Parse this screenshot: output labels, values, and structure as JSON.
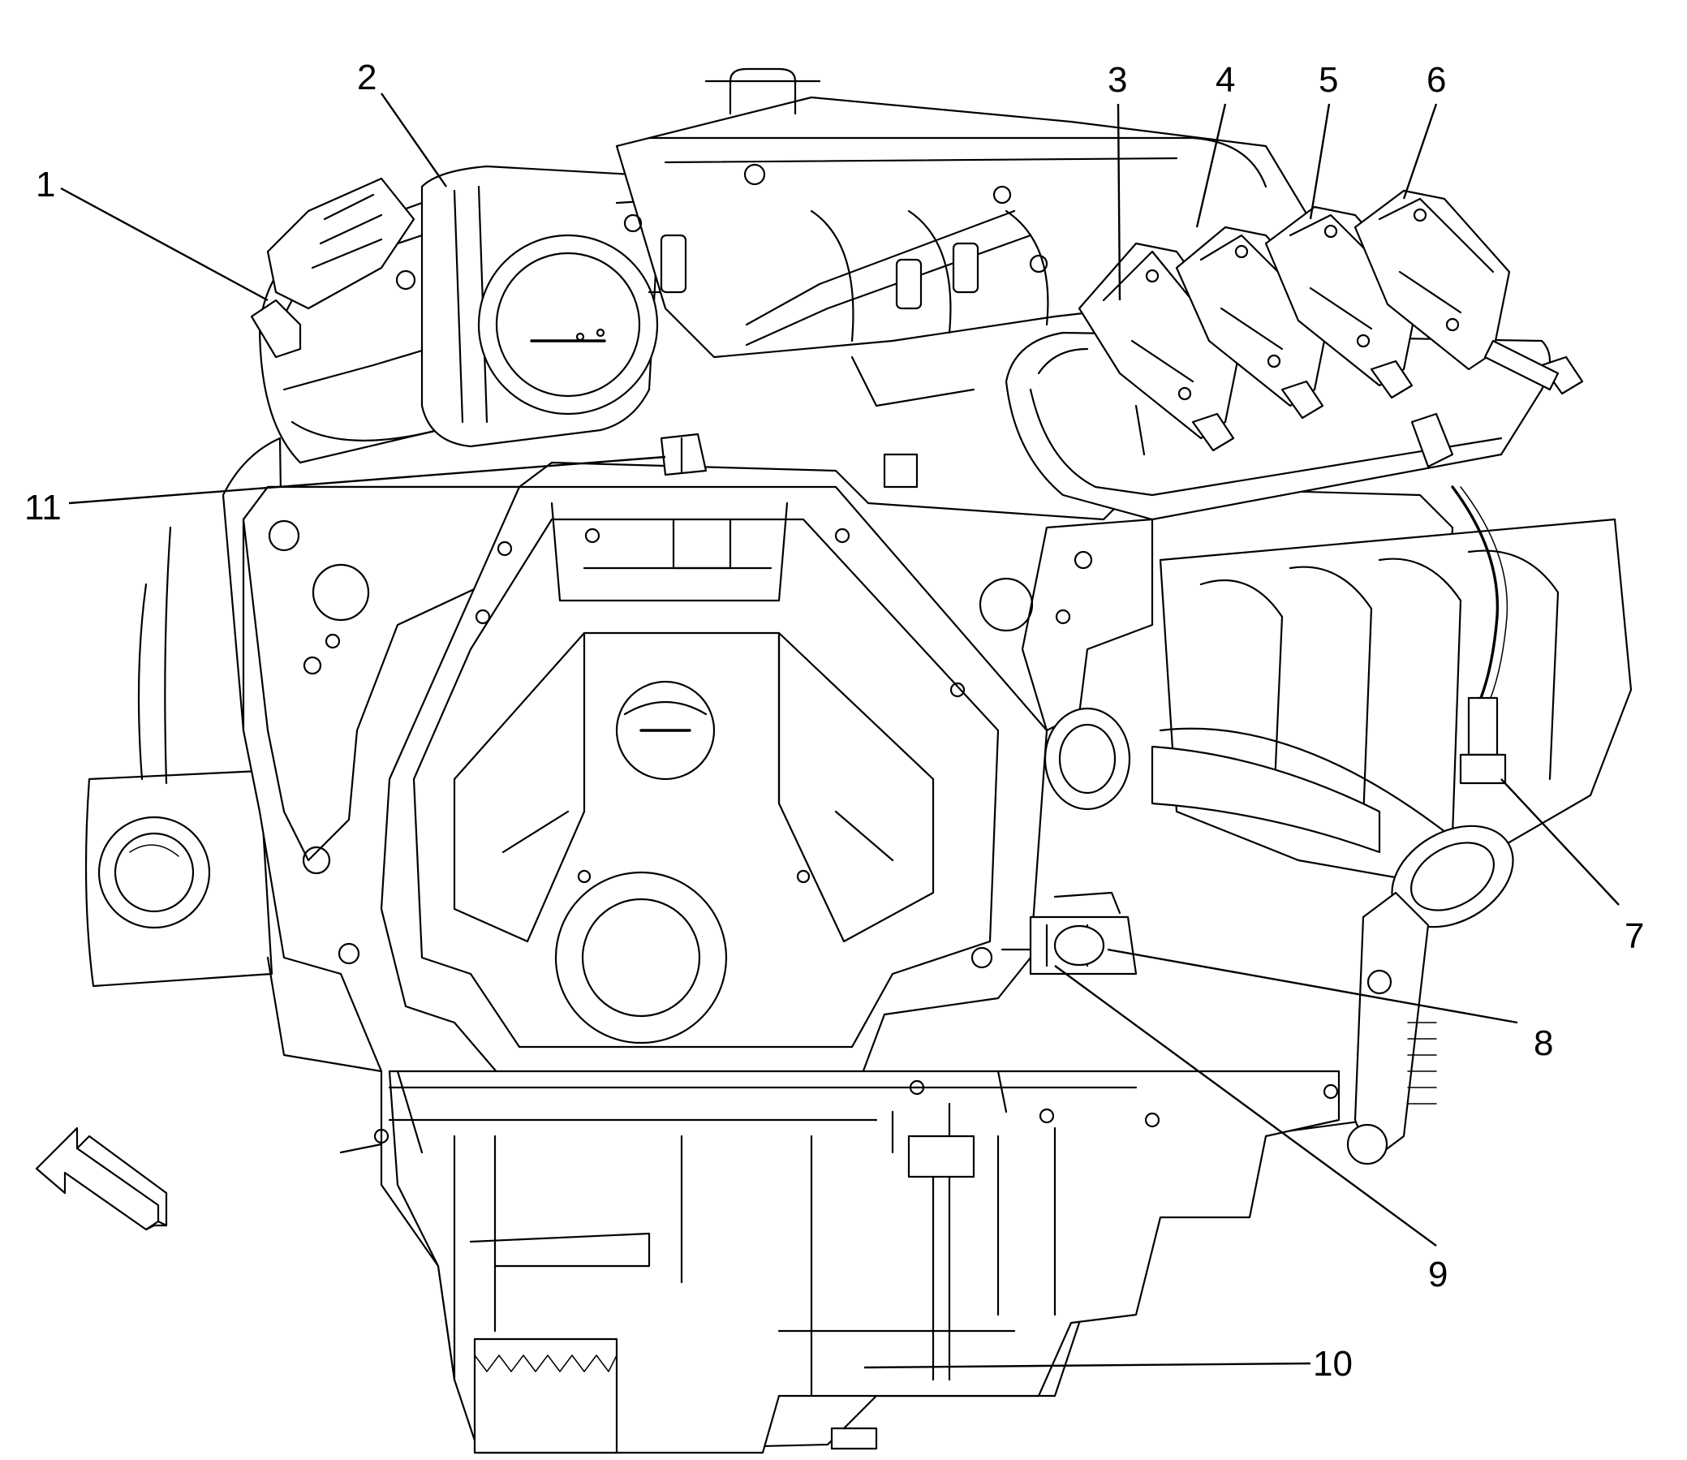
{
  "callouts": [
    {
      "id": "1",
      "label": "1"
    },
    {
      "id": "2",
      "label": "2"
    },
    {
      "id": "3",
      "label": "3"
    },
    {
      "id": "4",
      "label": "4"
    },
    {
      "id": "5",
      "label": "5"
    },
    {
      "id": "6",
      "label": "6"
    },
    {
      "id": "7",
      "label": "7"
    },
    {
      "id": "8",
      "label": "8"
    },
    {
      "id": "9",
      "label": "9"
    },
    {
      "id": "10",
      "label": "10"
    },
    {
      "id": "11",
      "label": "11"
    }
  ],
  "colors": {
    "line": "#000000",
    "background": "#ffffff"
  },
  "icons": {
    "view_direction": "view-direction-arrow-icon"
  }
}
